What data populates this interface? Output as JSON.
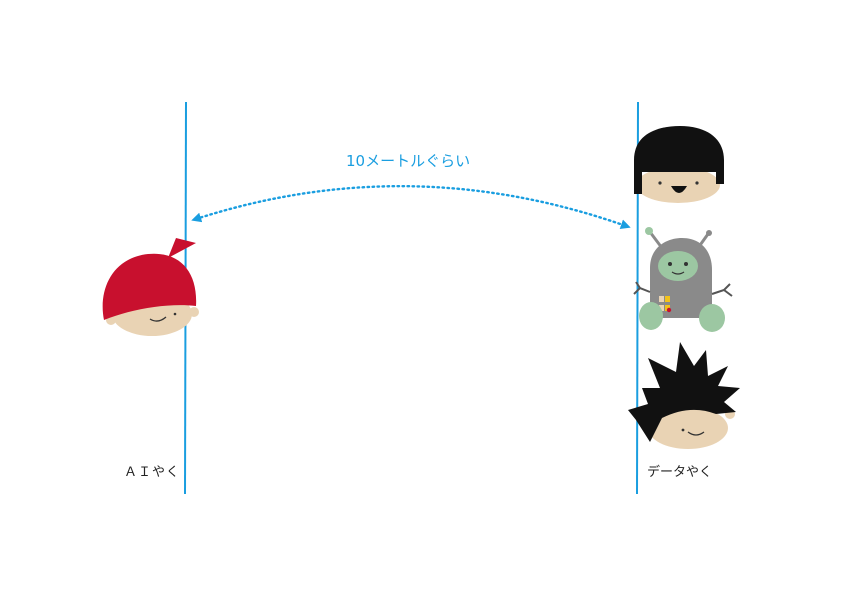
{
  "labels": {
    "left_role": "ＡＩやく",
    "right_role": "データやく",
    "distance": "10メートルぐらい"
  },
  "colors": {
    "line": "#1a9ee0",
    "arrow": "#1a9ee0",
    "red_cap": "#c8102e",
    "skin": "#e9d3b4",
    "hair": "#111111",
    "robot_body": "#8a8a8a",
    "robot_face": "#9cc7a2"
  },
  "characters": {
    "left": [
      "red-cap-kid"
    ],
    "right": [
      "black-bob-kid",
      "robot",
      "spiky-hair-kid"
    ]
  }
}
